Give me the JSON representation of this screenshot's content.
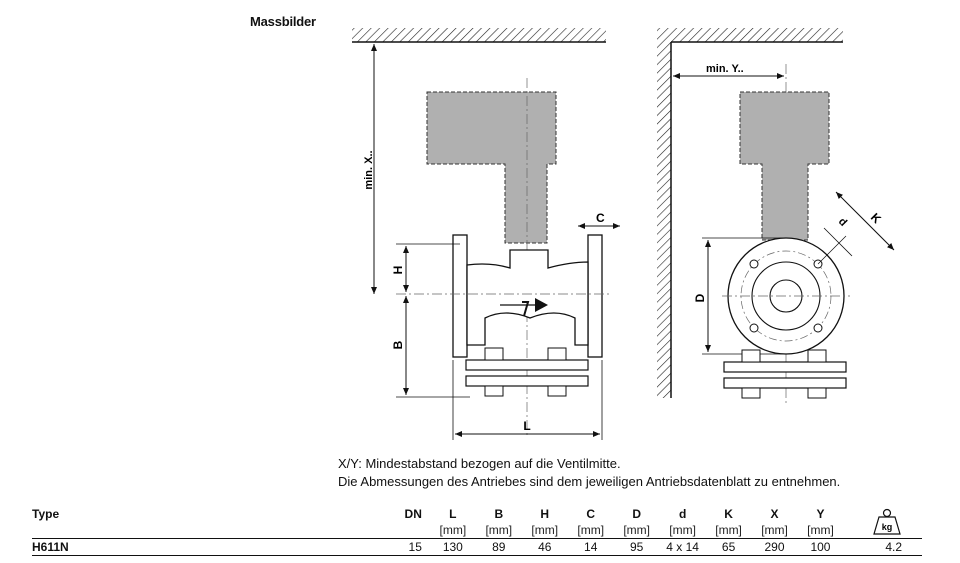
{
  "section_title": "Massbilder",
  "drawing": {
    "label_min_x": "min. X..",
    "label_min_y": "min. Y..",
    "label_c": "C",
    "label_h": "H",
    "label_b": "B",
    "label_l": "L",
    "label_d_upper": "D",
    "label_d_lower": "d",
    "label_k": "K"
  },
  "notes": {
    "line1": "X/Y: Mindestabstand bezogen auf die Ventilmitte.",
    "line2": "Die Abmessungen des Antriebes sind dem jeweiligen Antriebsdatenblatt zu entnehmen."
  },
  "table": {
    "headers": [
      "Type",
      "DN",
      "L",
      "B",
      "H",
      "C",
      "D",
      "d",
      "K",
      "X",
      "Y"
    ],
    "units": [
      "",
      "",
      "[mm]",
      "[mm]",
      "[mm]",
      "[mm]",
      "[mm]",
      "[mm]",
      "[mm]",
      "[mm]",
      "[mm]"
    ],
    "weight_unit": "kg",
    "row": {
      "type": "H611N",
      "values": [
        "15",
        "130",
        "89",
        "46",
        "14",
        "95",
        "4 x 14",
        "65",
        "290",
        "100"
      ],
      "weight": "4.2"
    }
  }
}
